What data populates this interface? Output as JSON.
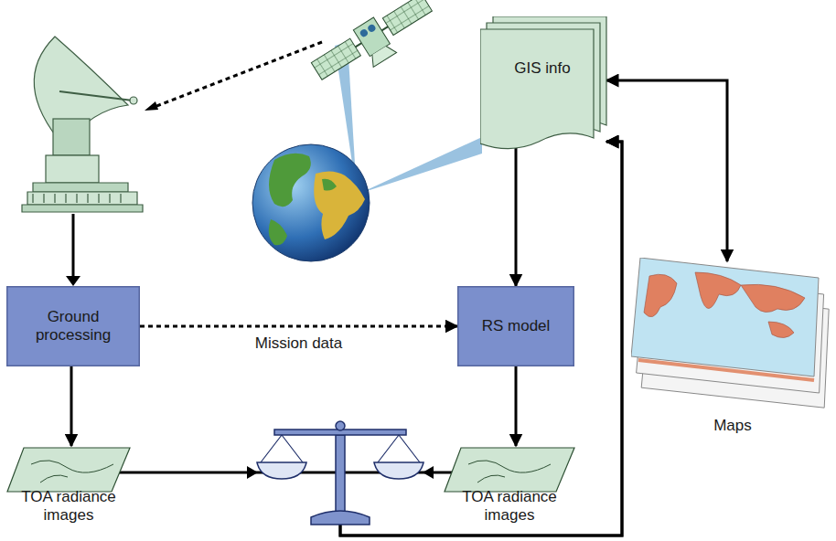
{
  "diagram": {
    "nodes": [
      {
        "text": [
          "GIS info"
        ]
      },
      {
        "text": [
          "Ground processing"
        ]
      },
      {
        "text": [
          "RS model"
        ]
      },
      {
        "text": [
          "Maps"
        ]
      },
      {
        "text": [
          "TOA radiance images"
        ]
      },
      {
        "text": [
          "TOA radiance images"
        ]
      }
    ],
    "edges": [
      {
        "from": 0,
        "to": 2,
        "arrow": "to"
      },
      {
        "from": 0,
        "to": 3,
        "arrow": "both"
      },
      {
        "from": 1,
        "to": 2,
        "arrow": "to",
        "label": "Mission data"
      },
      {
        "from": 1,
        "to": 4,
        "arrow": "to"
      },
      {
        "from": 2,
        "to": 5,
        "arrow": "to"
      },
      {
        "from": 4,
        "to": 0,
        "arrow": "to"
      },
      {
        "from": 5,
        "to": 0,
        "arrow": "to"
      }
    ]
  }
}
